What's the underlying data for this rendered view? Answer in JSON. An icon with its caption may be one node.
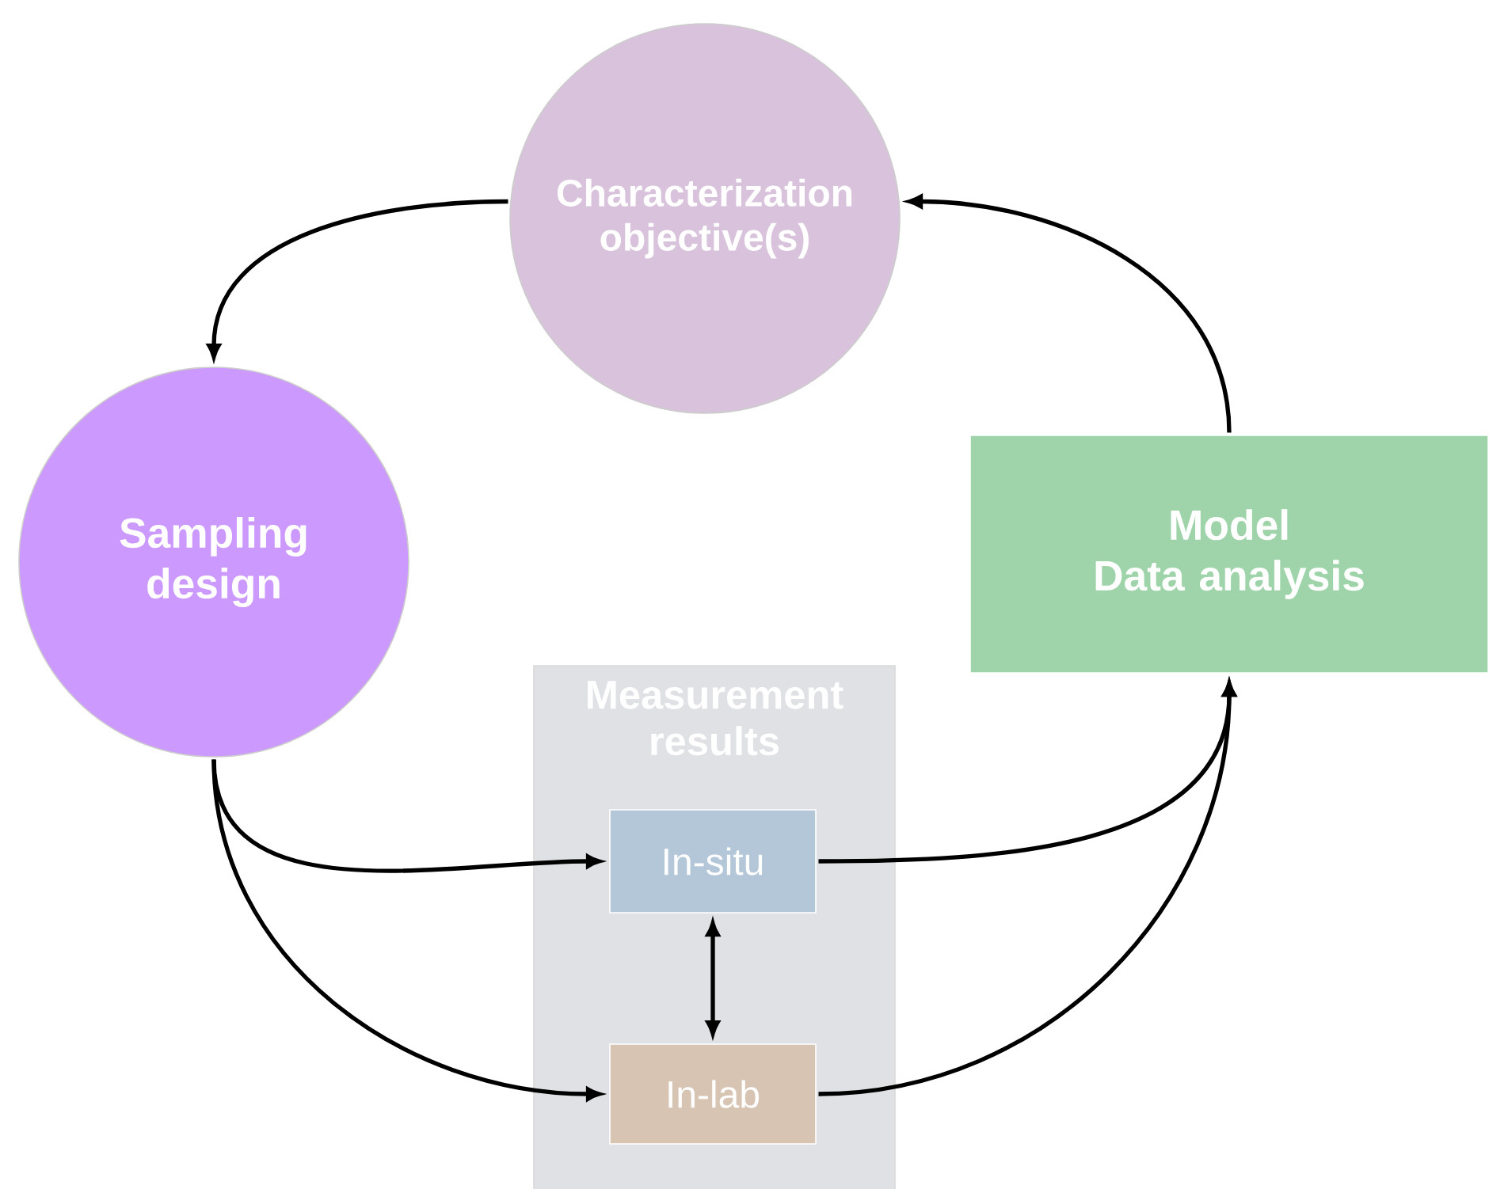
{
  "diagram": {
    "nodes": [
      {
        "text": [
          "Characterization objective(s)"
        ]
      },
      {
        "text": [
          "Sampling design"
        ]
      },
      {
        "text": [
          "Measurement results"
        ]
      },
      {
        "text": [
          "In-situ"
        ],
        "in": 2
      },
      {
        "text": [
          "In-lab"
        ],
        "in": 2
      },
      {
        "text": [
          "Model",
          "Data analysis"
        ]
      }
    ],
    "edges": [
      {
        "from": 0,
        "to": 1,
        "arrow": "to"
      },
      {
        "from": 5,
        "to": 0,
        "arrow": "to"
      },
      {
        "from": 1,
        "to": 3,
        "arrow": "to"
      },
      {
        "from": 1,
        "to": 4,
        "arrow": "to"
      },
      {
        "from": 3,
        "to": 5,
        "arrow": "to"
      },
      {
        "from": 4,
        "to": 5,
        "arrow": "to"
      },
      {
        "from": 3,
        "to": 4,
        "arrow": "both"
      }
    ]
  }
}
